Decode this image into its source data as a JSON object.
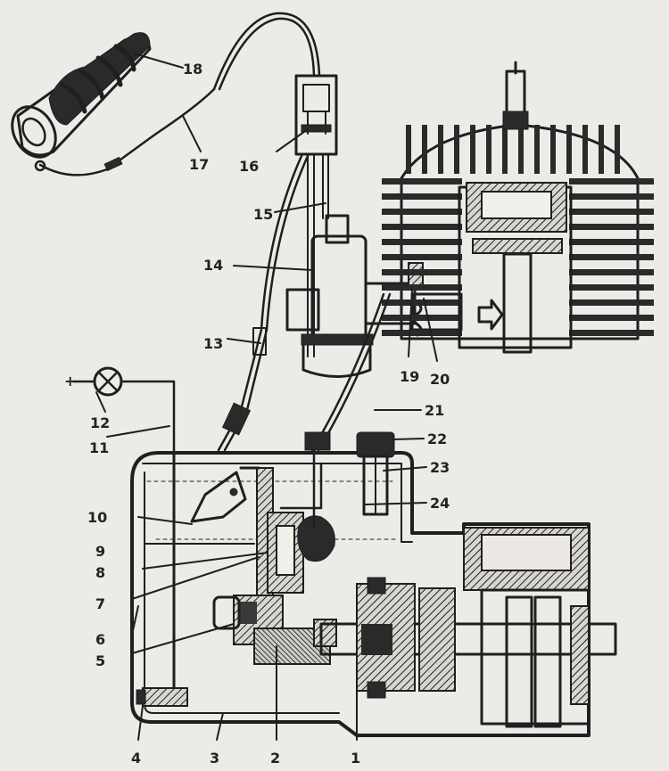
{
  "diagram": {
    "terminal_plus": "+",
    "labels": [
      "1",
      "2",
      "3",
      "4",
      "5",
      "6",
      "7",
      "8",
      "9",
      "10",
      "11",
      "12",
      "13",
      "14",
      "15",
      "16",
      "17",
      "18",
      "19",
      "20",
      "21",
      "22",
      "23",
      "24"
    ]
  }
}
